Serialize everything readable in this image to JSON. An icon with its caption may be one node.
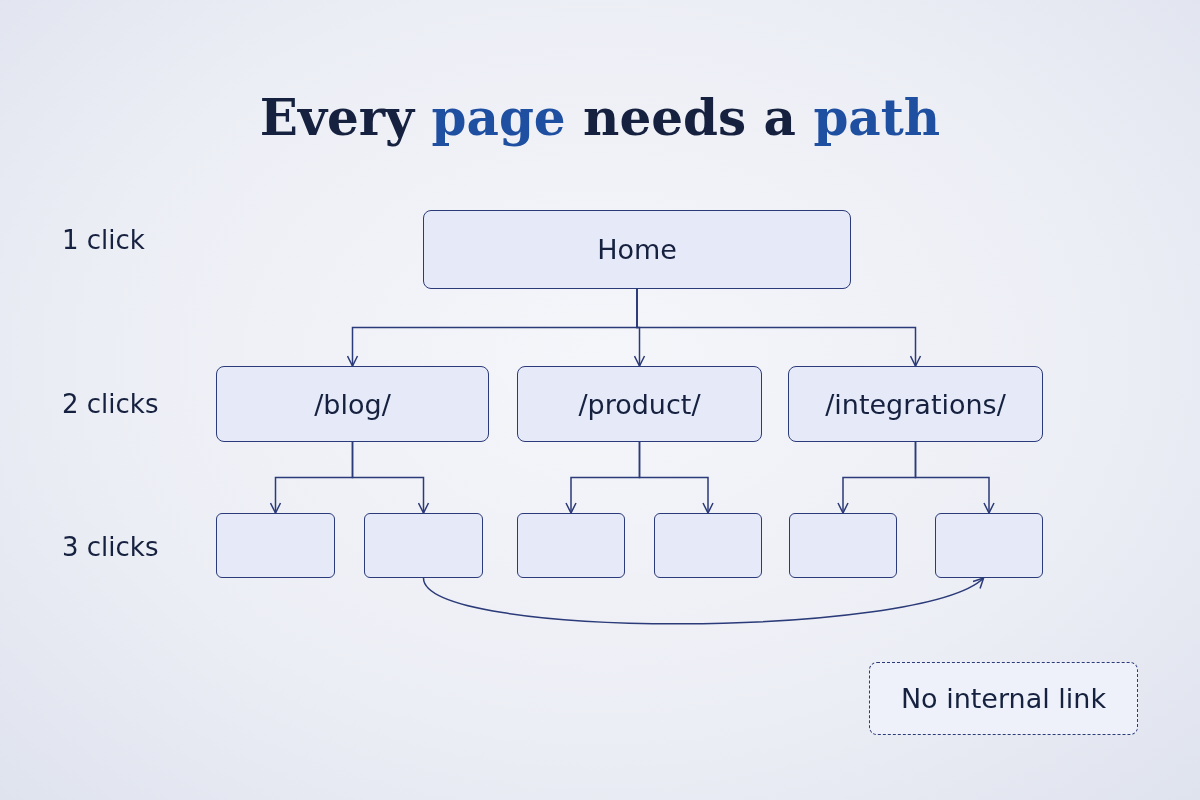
{
  "diagram": {
    "title": "Every **page** needs a **path**",
    "nodes": [
      {
        "text": [
          "Home"
        ]
      },
      {
        "text": [
          "/blog/"
        ]
      },
      {
        "text": [
          "/product/"
        ]
      },
      {
        "text": [
          "/integrations/"
        ]
      },
      {
        "text": [],
        "shape": "box"
      },
      {
        "text": [],
        "shape": "box"
      },
      {
        "text": [],
        "shape": "box"
      },
      {
        "text": [],
        "shape": "box"
      },
      {
        "text": [],
        "shape": "box"
      },
      {
        "text": [],
        "shape": "box"
      },
      {
        "text": [
          "No internal link"
        ]
      }
    ],
    "edges": [
      {
        "from": 0,
        "to": 1,
        "arrow": "to"
      },
      {
        "from": 0,
        "to": 2,
        "arrow": "to"
      },
      {
        "from": 0,
        "to": 3,
        "arrow": "to"
      },
      {
        "from": 1,
        "to": 4,
        "arrow": "to"
      },
      {
        "from": 1,
        "to": 5,
        "arrow": "to"
      },
      {
        "from": 2,
        "to": 6,
        "arrow": "to"
      },
      {
        "from": 2,
        "to": 7,
        "arrow": "to"
      },
      {
        "from": 3,
        "to": 8,
        "arrow": "to"
      },
      {
        "from": 3,
        "to": 9,
        "arrow": "to"
      },
      {
        "from": 5,
        "to": 9,
        "arrow": "to"
      }
    ],
    "labels": [
      "1 click",
      "2 clicks",
      "3 clicks"
    ]
  }
}
